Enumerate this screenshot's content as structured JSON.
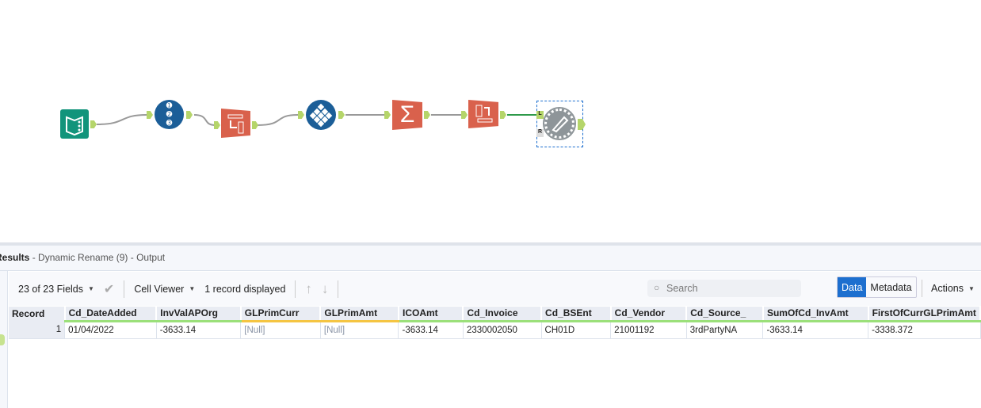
{
  "canvas": {
    "tools": [
      {
        "name": "input-data-tool",
        "color": "#12947b"
      },
      {
        "name": "record-id-tool",
        "color": "#1b5e98"
      },
      {
        "name": "select-tool",
        "color": "#d9614c"
      },
      {
        "name": "transpose-tool",
        "color": "#1b5e98"
      },
      {
        "name": "summarize-tool",
        "color": "#d9614c"
      },
      {
        "name": "cross-tab-tool",
        "color": "#d9614c"
      },
      {
        "name": "dynamic-rename-tool",
        "color": "#8e9599"
      }
    ],
    "anchor_labels": {
      "left": "L",
      "right": "R"
    }
  },
  "results": {
    "title": "Results",
    "subtitle": "- Dynamic Rename (9) - Output"
  },
  "toolbar": {
    "fields": "23 of 23 Fields",
    "cell_viewer": "Cell Viewer",
    "records": "1 record displayed",
    "search_placeholder": "Search",
    "data_tab": "Data",
    "metadata_tab": "Metadata",
    "actions": "Actions"
  },
  "table": {
    "columns": [
      {
        "name": "Record",
        "type": "none"
      },
      {
        "name": "Cd_DateAdded",
        "type": "g"
      },
      {
        "name": "InvValAPOrg",
        "type": "g"
      },
      {
        "name": "GLPrimCurr",
        "type": "o"
      },
      {
        "name": "GLPrimAmt",
        "type": "o"
      },
      {
        "name": "ICOAmt",
        "type": "g"
      },
      {
        "name": "Cd_Invoice",
        "type": "g"
      },
      {
        "name": "Cd_BSEnt",
        "type": "g"
      },
      {
        "name": "Cd_Vendor",
        "type": "g"
      },
      {
        "name": "Cd_Source_",
        "type": "g"
      },
      {
        "name": "SumOfCd_InvAmt",
        "type": "g"
      },
      {
        "name": "FirstOfCurrGLPrimAmt",
        "type": "g"
      }
    ],
    "rows": [
      [
        "1",
        "01/04/2022",
        "-3633.14",
        "[Null]",
        "[Null]",
        "-3633.14",
        "2330002050",
        "CH01D",
        "21001192",
        "3rdPartyNA",
        "-3633.14",
        "-3338.372"
      ]
    ]
  }
}
